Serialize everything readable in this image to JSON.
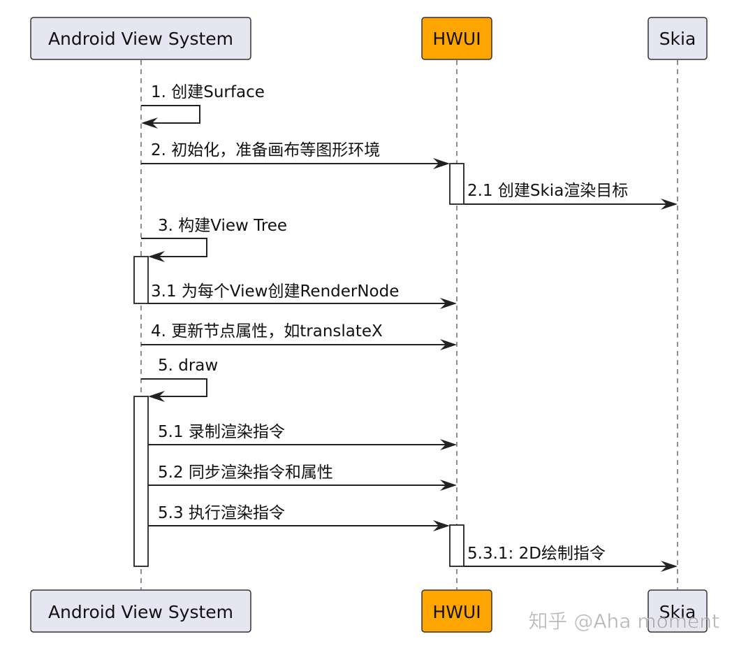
{
  "participants": [
    {
      "id": "avs",
      "label": "Android View System",
      "fill": "#e6e6f2"
    },
    {
      "id": "hwui",
      "label": "HWUI",
      "fill": "#ffa500"
    },
    {
      "id": "skia",
      "label": "Skia",
      "fill": "#e6e6f2"
    }
  ],
  "messages": [
    {
      "label": "1. 创建Surface",
      "from": "avs",
      "to": "avs"
    },
    {
      "label": "2. 初始化，准备画布等图形环境",
      "from": "avs",
      "to": "hwui"
    },
    {
      "label": "2.1 创建Skia渲染目标",
      "from": "hwui",
      "to": "skia"
    },
    {
      "label": "3. 构建View Tree",
      "from": "avs",
      "to": "avs"
    },
    {
      "label": "3.1 为每个View创建RenderNode",
      "from": "avs",
      "to": "hwui"
    },
    {
      "label": "4. 更新节点属性，如translateX",
      "from": "avs",
      "to": "hwui"
    },
    {
      "label": "5. draw",
      "from": "avs",
      "to": "avs"
    },
    {
      "label": "5.1 录制渲染指令",
      "from": "avs",
      "to": "hwui"
    },
    {
      "label": "5.2 同步渲染指令和属性",
      "from": "avs",
      "to": "hwui"
    },
    {
      "label": "5.3 执行渲染指令",
      "from": "avs",
      "to": "hwui"
    },
    {
      "label": "5.3.1: 2D绘制指令",
      "from": "hwui",
      "to": "skia"
    }
  ],
  "watermark": "知乎 @Aha moment"
}
